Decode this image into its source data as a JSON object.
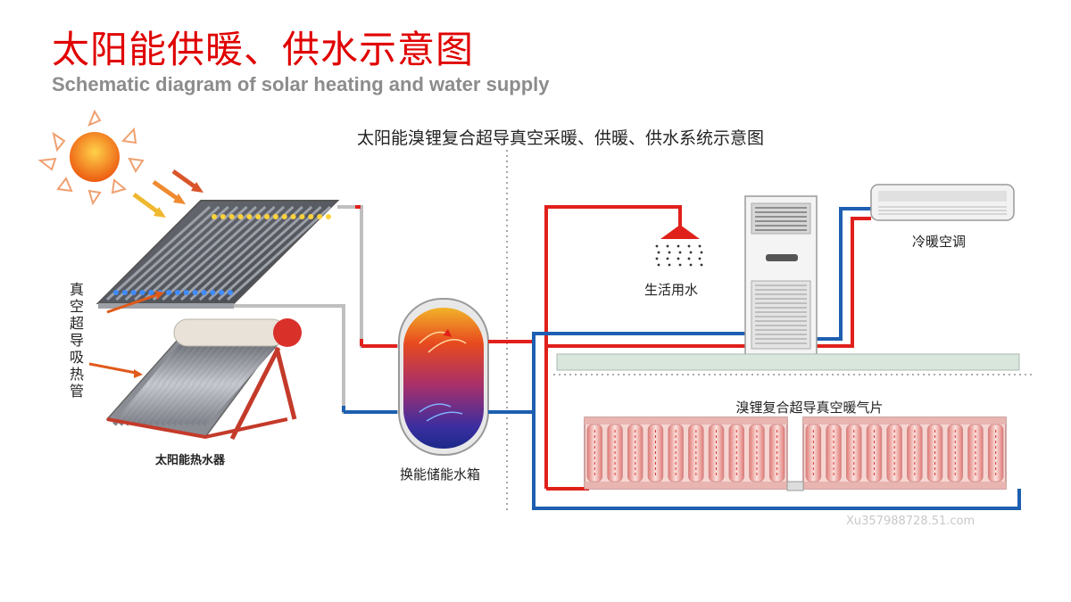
{
  "page": {
    "title_cn": "太阳能供暖、供水示意图",
    "title_en": "Schematic diagram of solar heating and water supply"
  },
  "diagram": {
    "heading": "太阳能溴锂复合超导真空采暖、供暖、供水系统示意图",
    "label_collector_vertical": "真空超导吸热管",
    "label_solar_water_heater": "太阳能热水器",
    "label_storage_tank": "换能储能水箱",
    "label_shower": "生活用水",
    "label_air_conditioner": "冷暖空调",
    "label_radiator": "溴锂复合超导真空暖气片",
    "watermark": "Xu357988728.51.com"
  },
  "colors": {
    "hot_pipe": "#e0201a",
    "cold_pipe": "#1d5fb0",
    "title_red": "#e00000",
    "subtitle_gray": "#8c8c8c"
  }
}
